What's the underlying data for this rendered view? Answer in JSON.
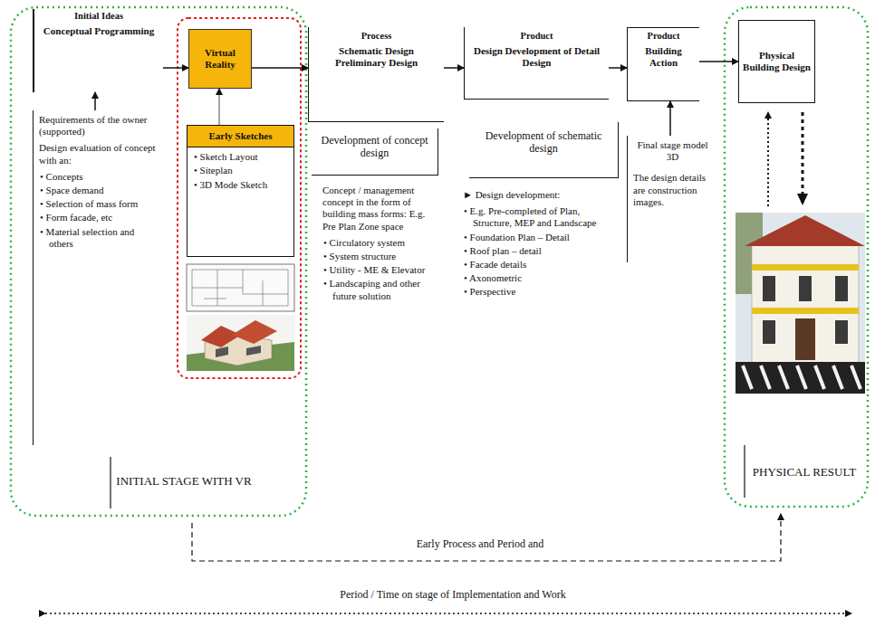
{
  "diagram": {
    "nodes": [
      {
        "text": [
          "Initial Ideas",
          "Conceptual Programming"
        ]
      },
      {
        "text": [
          "Requirements of the owner (supported)",
          "Design evaluation of concept with an:",
          "• Concepts",
          "• Space demand",
          "• Selection of mass form",
          "• Form facade, etc",
          "• Material selection and others"
        ]
      },
      {
        "text": [
          "Virtual Reality"
        ]
      },
      {
        "text": [
          "Early Sketches",
          "• Sketch Layout",
          "• Siteplan",
          "• 3D Mode Sketch"
        ]
      },
      {
        "text": [
          "Process",
          "Schematic Design Preliminary Design"
        ]
      },
      {
        "text": [
          "Development of concept design"
        ]
      },
      {
        "text": [
          "Concept / management concept in the form of building mass forms: E.g. Pre Plan Zone space",
          "• Circulatory system",
          "• System structure",
          "• Utility - ME & Elevator",
          "• Landscaping and other future solution"
        ]
      },
      {
        "text": [
          "Product",
          "Design Development of Detail Design"
        ]
      },
      {
        "text": [
          "Development of schematic design"
        ]
      },
      {
        "text": [
          "► Design development:",
          "• E.g. Pre-completed of Plan, Structure, MEP and Landscape",
          "• Foundation Plan – Detail",
          "• Roof plan – detail",
          "• Facade details",
          "• Axonometric",
          "• Perspective"
        ]
      },
      {
        "text": [
          "Product",
          "Building Action"
        ]
      },
      {
        "text": [
          "Physical Building Design"
        ]
      },
      {
        "text": [
          "Final stage model 3D",
          "The design details are construction images."
        ]
      }
    ],
    "edges": [
      {
        "from": 1,
        "to": 0,
        "arrow": "to"
      },
      {
        "from": 0,
        "to": 2,
        "arrow": "to"
      },
      {
        "from": 3,
        "to": 2,
        "arrow": "to"
      },
      {
        "from": 2,
        "to": 4,
        "arrow": "to"
      },
      {
        "from": 4,
        "to": 7,
        "arrow": "to"
      },
      {
        "from": 7,
        "to": 10,
        "arrow": "to"
      },
      {
        "from": 10,
        "to": 11,
        "arrow": "to"
      },
      {
        "from": 12,
        "to": 10,
        "arrow": "to"
      }
    ],
    "labels": [
      "INITIAL STAGE WITH VR",
      "PHYSICAL RESULT",
      "Early Process and Period and",
      "Period / Time on stage of Implementation and Work"
    ]
  }
}
